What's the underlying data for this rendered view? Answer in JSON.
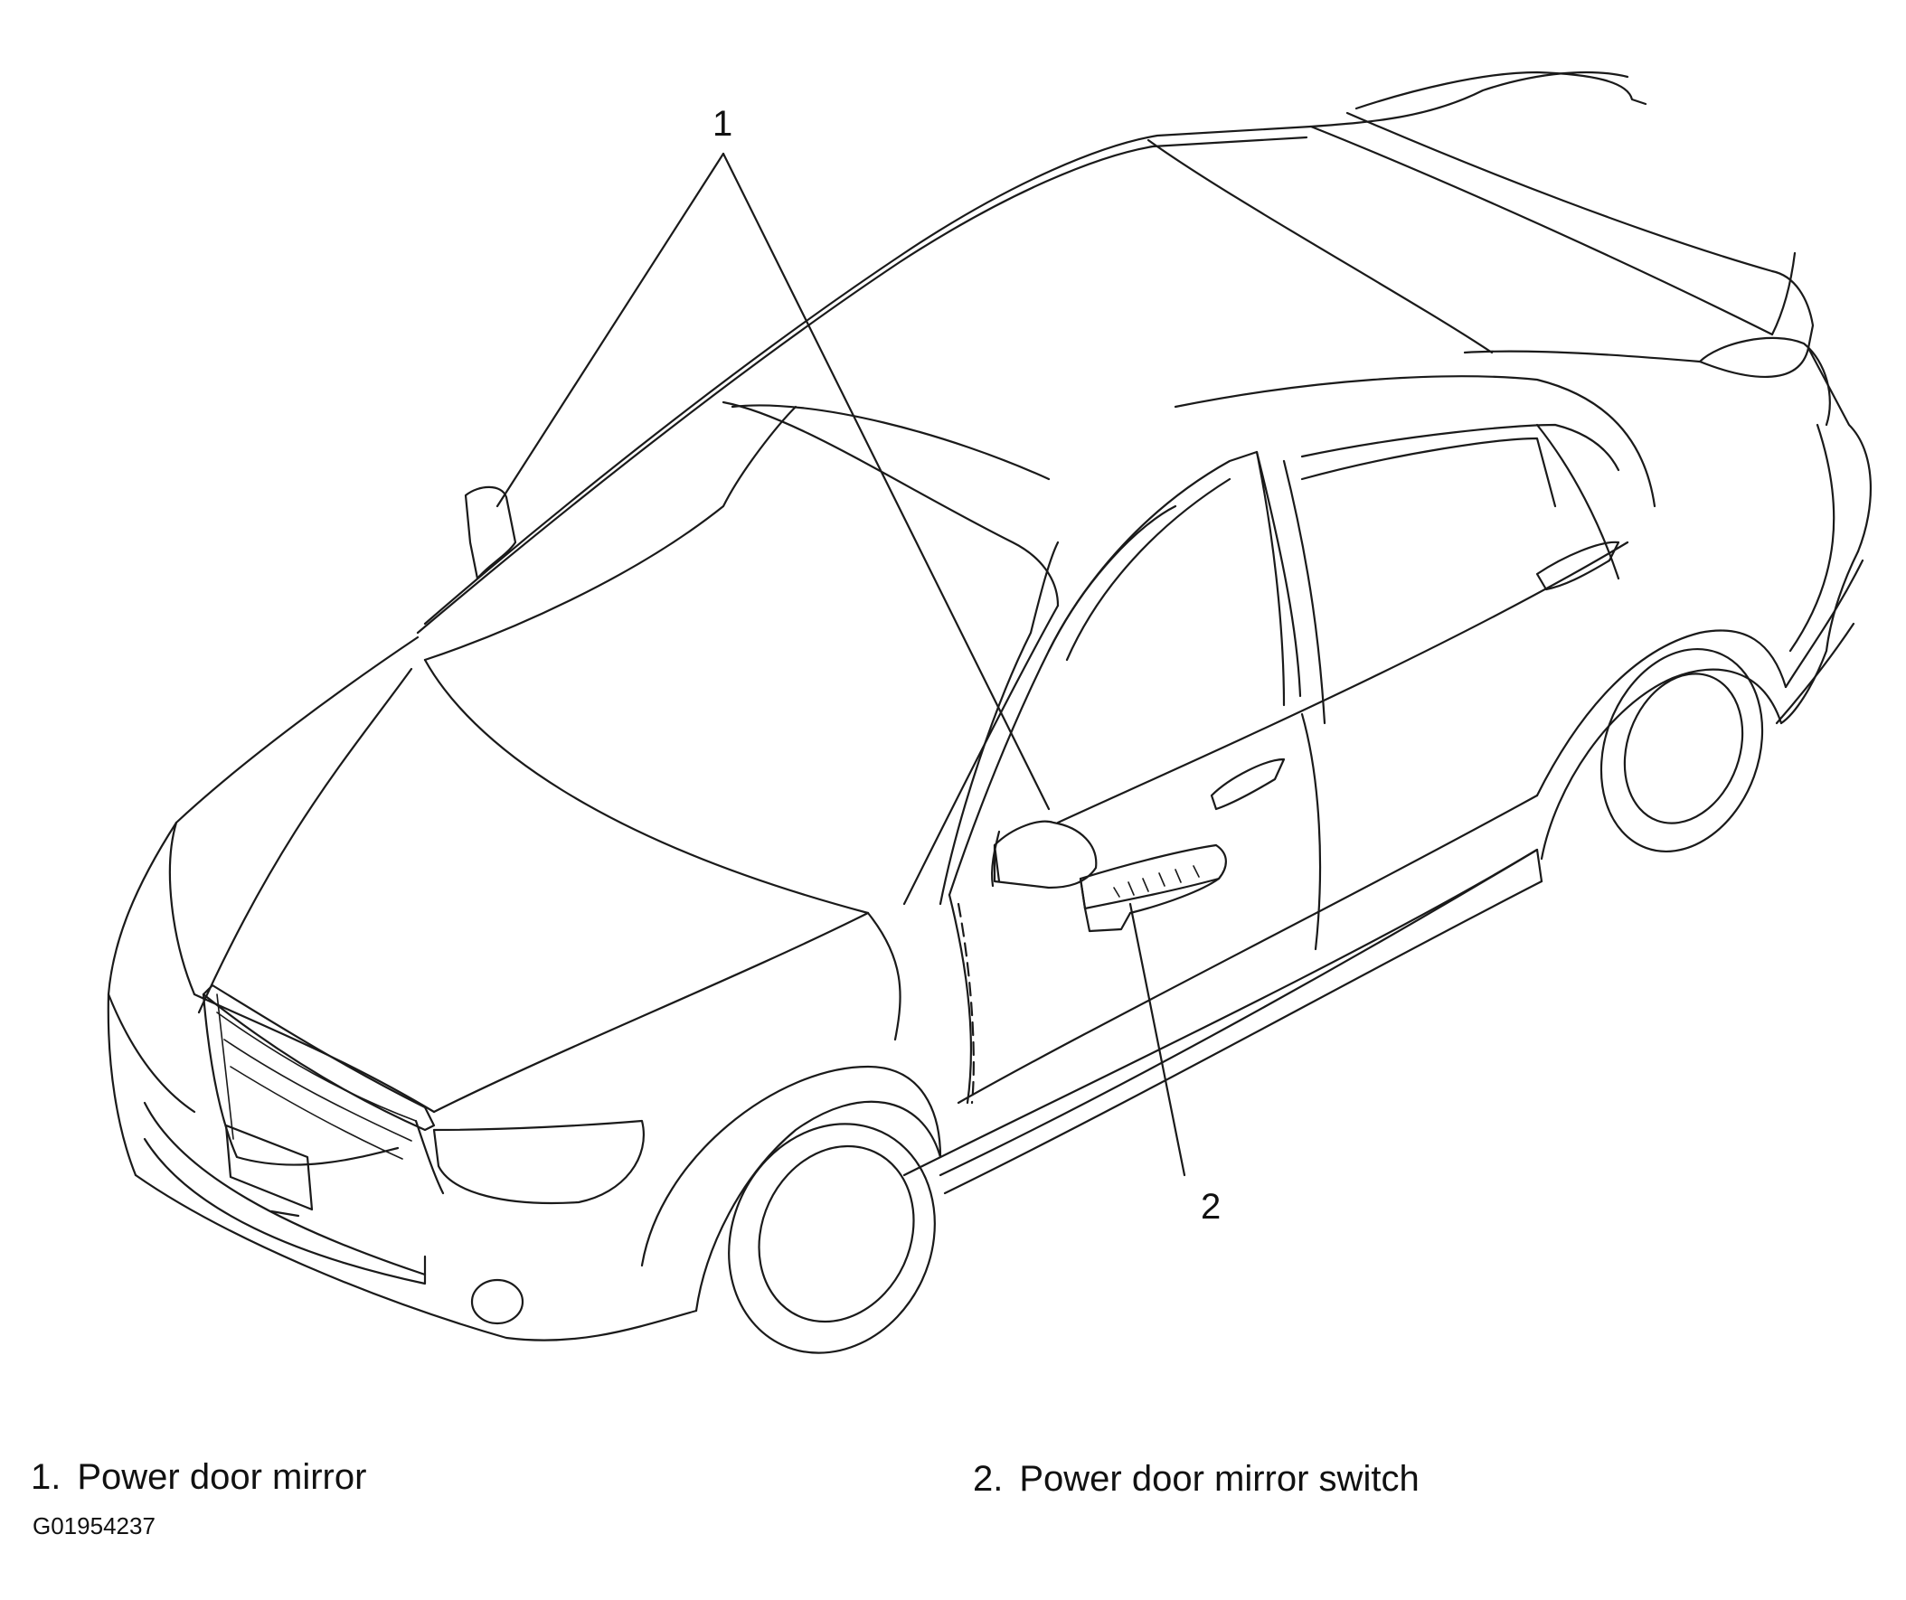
{
  "callouts": [
    {
      "number": "1"
    },
    {
      "number": "2"
    }
  ],
  "legend": [
    {
      "number": "1.",
      "label": "Power door mirror"
    },
    {
      "number": "2.",
      "label": "Power door mirror switch"
    }
  ],
  "figure_code": "G01954237"
}
